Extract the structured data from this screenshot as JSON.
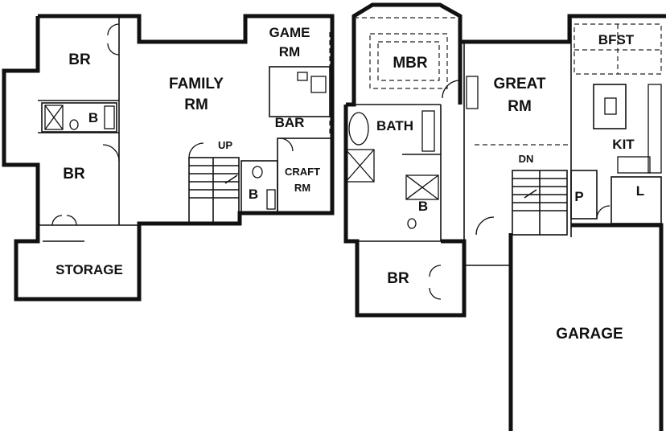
{
  "labels": {
    "br_upper": "BR",
    "b_lower_bath": "B",
    "br_lower": "BR",
    "storage": "STORAGE",
    "family_rm_1": "FAMILY",
    "family_rm_2": "RM",
    "game_rm_1": "GAME",
    "game_rm_2": "RM",
    "bar": "BAR",
    "up": "UP",
    "b_stair_bath": "B",
    "craft_rm_1": "CRAFT",
    "craft_rm_2": "RM",
    "mbr": "MBR",
    "bath": "BATH",
    "b_main_bath": "B",
    "br_main": "BR",
    "great_rm_1": "GREAT",
    "great_rm_2": "RM",
    "dn": "DN",
    "bfst": "BFST",
    "kit": "KIT",
    "p": "P",
    "l": "L",
    "garage": "GARAGE"
  }
}
